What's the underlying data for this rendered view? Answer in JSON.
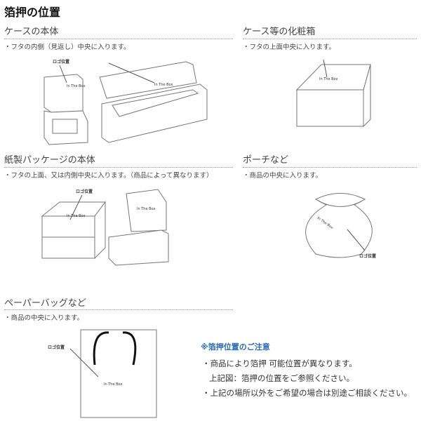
{
  "title": "箔押の位置",
  "labels": {
    "logo_position": "ロゴ位置",
    "in_the_box": "In The Box"
  },
  "sections": [
    {
      "heading": "ケースの本体",
      "note": "・フタの内側（見返し）中央に入ります。"
    },
    {
      "heading": "ケース等の化粧箱",
      "note": "・フタの上面中央に入ります。"
    },
    {
      "heading": "紙製パッケージの本体",
      "note": "・フタの上面、又は内側中央に入ります。（商品によって異なります）"
    },
    {
      "heading": "ポーチなど",
      "note": "・商品の中央に入ります。"
    },
    {
      "heading": "ペーパーバッグなど",
      "note": "・商品の中央に入ります。"
    }
  ],
  "notice": {
    "heading": "※箔押位置のご注意",
    "lines": [
      "・商品により箔押 可能位置が異なります。",
      "上記図：箔押の位置をご参照ください。",
      "・上記の場所以外をご希望の場合は別途ご相談ください。"
    ]
  },
  "colors": {
    "notice_heading": "#2a6ab8",
    "bag_handle": "#111111"
  }
}
